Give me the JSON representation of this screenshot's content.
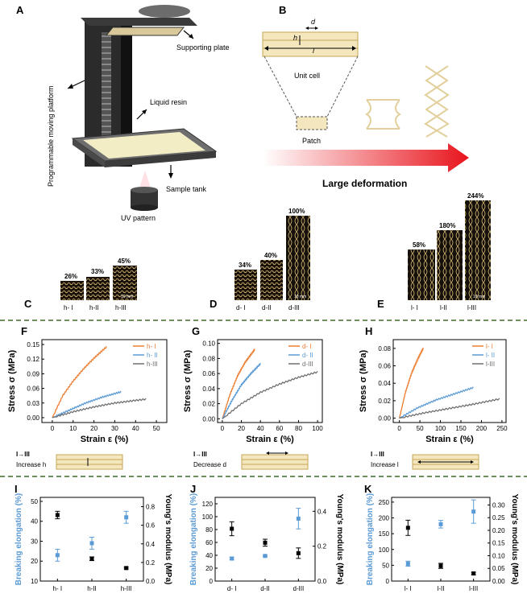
{
  "panels": {
    "A": {
      "letter": "A",
      "labels": {
        "supporting_plate": "Supporting plate",
        "moving_platform": "Programmable moving platform",
        "liquid_resin": "Liquid resin",
        "sample_tank": "Sample tank",
        "uv_pattern": "UV pattern"
      }
    },
    "B": {
      "letter": "B",
      "d": "d",
      "h": "h",
      "l": "l",
      "unit_cell": "Unit cell",
      "patch": "Patch",
      "large_deformation": "Large deformation"
    },
    "C": {
      "letter": "C",
      "percents": [
        "26%",
        "33%",
        "45%"
      ],
      "labels": [
        "h- I",
        "h-II",
        "h-III"
      ],
      "scale": "10 mm"
    },
    "D": {
      "letter": "D",
      "percents": [
        "34%",
        "40%",
        "100%"
      ],
      "labels": [
        "d- I",
        "d-II",
        "d-III"
      ],
      "scale": "10 mm"
    },
    "E": {
      "letter": "E",
      "percents": [
        "58%",
        "180%",
        "244%"
      ],
      "labels": [
        "l- I",
        "l-II",
        "l-III"
      ],
      "scale": "10 mm"
    },
    "F": {
      "letter": "F",
      "arrow_text": "I→III",
      "caption": "Increase h"
    },
    "G": {
      "letter": "G",
      "arrow_text": "I→III",
      "caption": "Decrease d"
    },
    "H": {
      "letter": "H",
      "arrow_text": "I→III",
      "caption": "Increase l"
    },
    "I": {
      "letter": "I"
    },
    "J": {
      "letter": "J"
    },
    "K": {
      "letter": "K"
    }
  },
  "chart_data": [
    {
      "id": "F",
      "type": "line",
      "xlabel": "Strain ε (%)",
      "ylabel": "Stress σ (MPa)",
      "xlim": [
        -5,
        55
      ],
      "ylim": [
        -0.01,
        0.16
      ],
      "xticks": [
        0,
        10,
        20,
        30,
        40,
        50
      ],
      "yticks": [
        0.0,
        0.03,
        0.06,
        0.09,
        0.12,
        0.15
      ],
      "series": [
        {
          "name": "h- I",
          "color": "#ED7D31",
          "x": [
            0,
            5,
            10,
            15,
            20,
            26
          ],
          "y": [
            0,
            0.045,
            0.075,
            0.1,
            0.122,
            0.145
          ]
        },
        {
          "name": "h- II",
          "color": "#5B9BD5",
          "x": [
            0,
            8,
            16,
            24,
            33
          ],
          "y": [
            0,
            0.015,
            0.03,
            0.042,
            0.053
          ]
        },
        {
          "name": "h-III",
          "color": "#707070",
          "x": [
            0,
            10,
            20,
            30,
            45
          ],
          "y": [
            0,
            0.012,
            0.022,
            0.03,
            0.038
          ]
        }
      ]
    },
    {
      "id": "G",
      "type": "line",
      "xlabel": "Strain ε (%)",
      "ylabel": "Stress σ (MPa)",
      "xlim": [
        -5,
        105
      ],
      "ylim": [
        -0.005,
        0.105
      ],
      "xticks": [
        0,
        20,
        40,
        60,
        80,
        100
      ],
      "yticks": [
        0.0,
        0.02,
        0.04,
        0.06,
        0.08,
        0.1
      ],
      "series": [
        {
          "name": "d- I",
          "color": "#ED7D31",
          "x": [
            0,
            8,
            16,
            24,
            34
          ],
          "y": [
            0,
            0.032,
            0.057,
            0.075,
            0.092
          ]
        },
        {
          "name": "d- II",
          "color": "#5B9BD5",
          "x": [
            0,
            10,
            20,
            30,
            40
          ],
          "y": [
            0,
            0.024,
            0.045,
            0.06,
            0.073
          ]
        },
        {
          "name": "d-III",
          "color": "#707070",
          "x": [
            0,
            20,
            40,
            60,
            80,
            100
          ],
          "y": [
            0,
            0.02,
            0.035,
            0.046,
            0.055,
            0.062
          ]
        }
      ]
    },
    {
      "id": "H",
      "type": "line",
      "xlabel": "Strain ε (%)",
      "ylabel": "Stress σ (MPa)",
      "xlim": [
        -15,
        260
      ],
      "ylim": [
        -0.005,
        0.09
      ],
      "xticks": [
        0,
        50,
        100,
        150,
        200,
        250
      ],
      "yticks": [
        0.0,
        0.02,
        0.04,
        0.06,
        0.08
      ],
      "series": [
        {
          "name": "l- I",
          "color": "#ED7D31",
          "x": [
            0,
            15,
            30,
            45,
            58
          ],
          "y": [
            0,
            0.03,
            0.052,
            0.068,
            0.08
          ]
        },
        {
          "name": "l- II",
          "color": "#5B9BD5",
          "x": [
            0,
            45,
            90,
            135,
            180
          ],
          "y": [
            0,
            0.012,
            0.021,
            0.028,
            0.035
          ]
        },
        {
          "name": "l-III",
          "color": "#707070",
          "x": [
            0,
            60,
            120,
            180,
            244
          ],
          "y": [
            0,
            0.006,
            0.011,
            0.016,
            0.022
          ]
        }
      ]
    },
    {
      "id": "I",
      "type": "scatter",
      "categories": [
        "h- I",
        "h-II",
        "h-III"
      ],
      "ylabel": "Breaking elongation (%)",
      "y2label": "Young's modulus (MPa)",
      "ylim": [
        10,
        52
      ],
      "yticks": [
        10,
        20,
        30,
        40,
        50
      ],
      "y2lim": [
        0,
        0.9
      ],
      "y2ticks": [
        0.0,
        0.2,
        0.4,
        0.6,
        0.8
      ],
      "series": [
        {
          "name": "Breaking elongation",
          "axis": "left",
          "color": "#5B9BD5",
          "values": [
            23,
            29,
            42
          ],
          "err": [
            3,
            3,
            3
          ]
        },
        {
          "name": "Young's modulus",
          "axis": "right",
          "color": "#000000",
          "values": [
            0.71,
            0.24,
            0.14
          ],
          "err": [
            0.04,
            0.02,
            0.01
          ]
        }
      ]
    },
    {
      "id": "J",
      "type": "scatter",
      "categories": [
        "d- I",
        "d-II",
        "d-III"
      ],
      "ylabel": "Breaking elongation (%)",
      "y2label": "Young's modulus (MPa)",
      "ylim": [
        0,
        130
      ],
      "yticks": [
        0,
        20,
        40,
        60,
        80,
        100,
        120
      ],
      "y2lim": [
        0,
        0.48
      ],
      "y2ticks": [
        0.0,
        0.2,
        0.4
      ],
      "series": [
        {
          "name": "Breaking elongation",
          "axis": "left",
          "color": "#5B9BD5",
          "values": [
            35,
            39,
            97
          ],
          "err": [
            2,
            1,
            16
          ]
        },
        {
          "name": "Young's modulus",
          "axis": "right",
          "color": "#000000",
          "values": [
            0.3,
            0.22,
            0.16
          ],
          "err": [
            0.04,
            0.02,
            0.03
          ]
        }
      ]
    },
    {
      "id": "K",
      "type": "scatter",
      "categories": [
        "l- I",
        "l-II",
        "l-III"
      ],
      "ylabel": "Breaking elongation (%)",
      "y2label": "Young's modulus (MPa)",
      "ylim": [
        0,
        265
      ],
      "yticks": [
        0,
        50,
        100,
        150,
        200,
        250
      ],
      "y2lim": [
        0,
        0.33
      ],
      "y2ticks": [
        0.0,
        0.05,
        0.1,
        0.15,
        0.2,
        0.25,
        0.3
      ],
      "series": [
        {
          "name": "Breaking elongation",
          "axis": "left",
          "color": "#5B9BD5",
          "values": [
            55,
            180,
            220
          ],
          "err": [
            8,
            12,
            37
          ]
        },
        {
          "name": "Young's modulus",
          "axis": "right",
          "color": "#000000",
          "values": [
            0.21,
            0.06,
            0.03
          ],
          "err": [
            0.03,
            0.01,
            0.005
          ]
        }
      ]
    }
  ]
}
